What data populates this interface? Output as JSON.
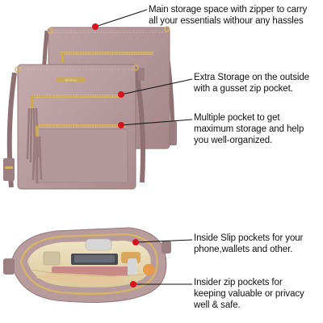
{
  "colors": {
    "bag_body": "#b79b9d",
    "bag_shadow": "#9c7f82",
    "bag_highlight": "#c9b0b2",
    "zipper_gold": "#d4b46a",
    "lining": "#e9dcb8",
    "marker_red": "#d6121e",
    "leader_line": "#111111",
    "text": "#111111"
  },
  "bag": {
    "brand_label": "BRAND"
  },
  "callouts": [
    {
      "lines": [
        "Main storage space with zipper to carry",
        "all your essentials withour any hassles"
      ],
      "marker": "red-dot"
    },
    {
      "lines": [
        "Extra Storage on the outside",
        "with a gusset zip pocket."
      ],
      "marker": "red-dot"
    },
    {
      "lines": [
        "Multiple pocket to get",
        "maximum storage and help",
        "you well-organized."
      ],
      "marker": "red-dot"
    },
    {
      "lines": [
        "Inside Slip pockets for your",
        "phone,wallets and other."
      ],
      "marker": "red-dot"
    },
    {
      "lines": [
        "Insider zip pockets for",
        "keeping valuable or privacy",
        "well & safe."
      ],
      "marker": "red-dot"
    }
  ]
}
